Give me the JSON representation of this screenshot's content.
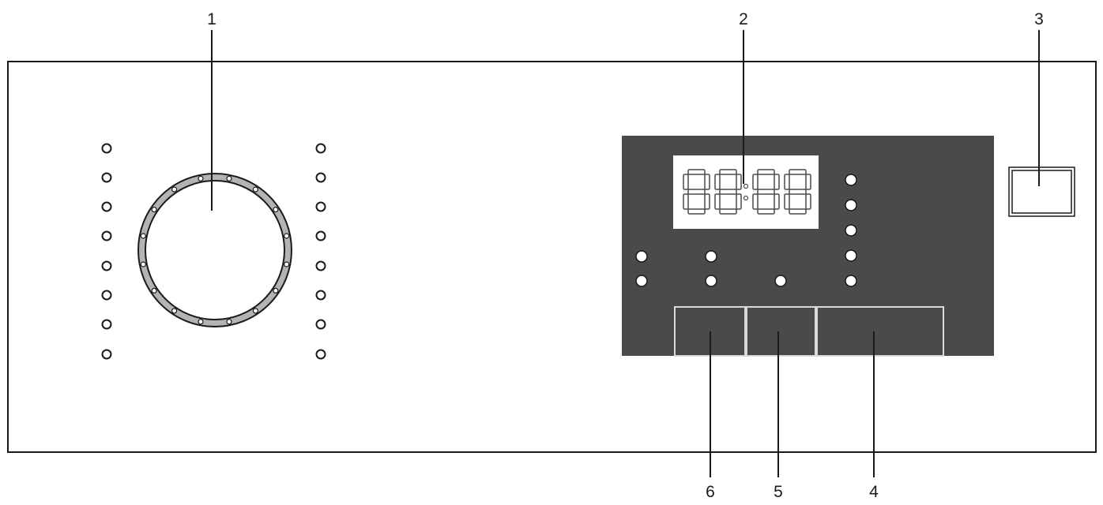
{
  "callouts": {
    "dial": "1",
    "display": "2",
    "power_button": "3",
    "button_right": "4",
    "button_middle": "5",
    "button_left": "6"
  },
  "colors": {
    "panel_border": "#1a1a1a",
    "control_panel": "#4a4a4a",
    "display_bg": "#ffffff",
    "indicator_fill": "#ffffff",
    "button_divider": "#d9d9d9",
    "dial_ring": "#b3b3b3"
  }
}
